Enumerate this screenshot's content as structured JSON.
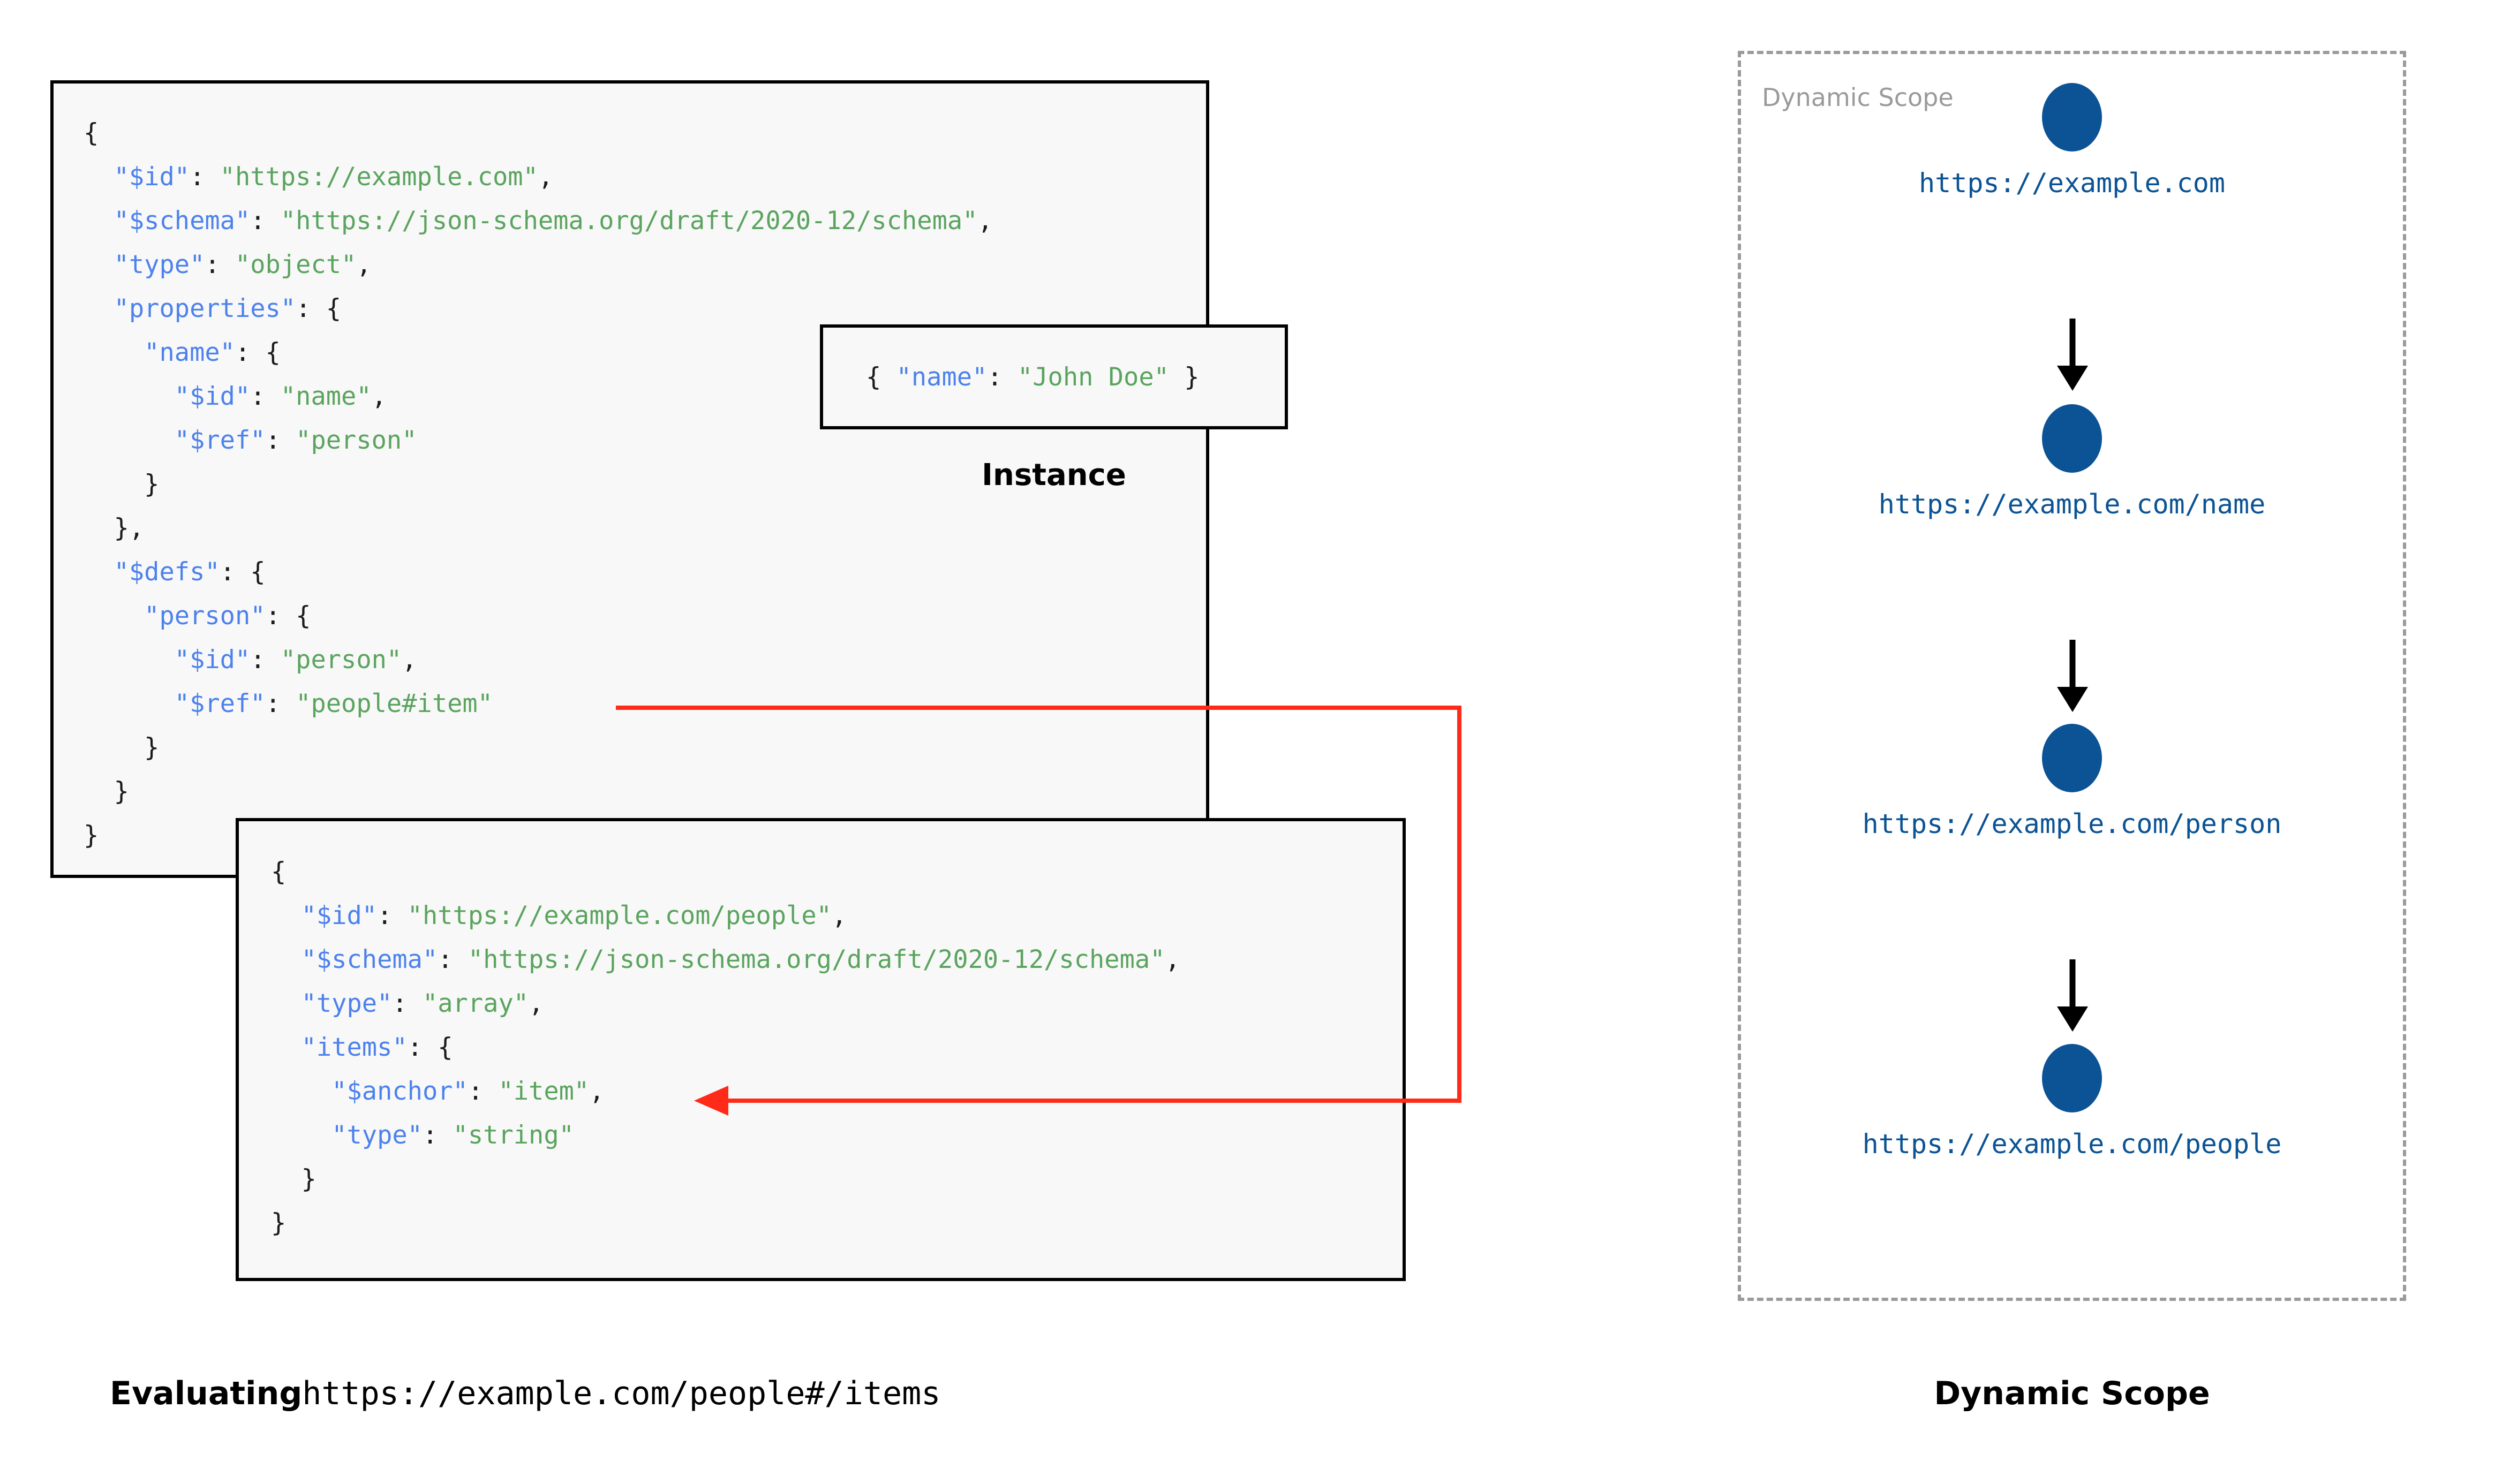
{
  "schema_main": {
    "lines": [
      [
        {
          "t": "{",
          "c": "p"
        }
      ],
      [
        {
          "t": "  ",
          "c": "p"
        },
        {
          "t": "\"$id\"",
          "c": "k"
        },
        {
          "t": ": ",
          "c": "p"
        },
        {
          "t": "\"https://example.com\"",
          "c": "s"
        },
        {
          "t": ",",
          "c": "p"
        }
      ],
      [
        {
          "t": "  ",
          "c": "p"
        },
        {
          "t": "\"$schema\"",
          "c": "k"
        },
        {
          "t": ": ",
          "c": "p"
        },
        {
          "t": "\"https://json-schema.org/draft/2020-12/schema\"",
          "c": "s"
        },
        {
          "t": ",",
          "c": "p"
        }
      ],
      [
        {
          "t": "  ",
          "c": "p"
        },
        {
          "t": "\"type\"",
          "c": "k"
        },
        {
          "t": ": ",
          "c": "p"
        },
        {
          "t": "\"object\"",
          "c": "s"
        },
        {
          "t": ",",
          "c": "p"
        }
      ],
      [
        {
          "t": "  ",
          "c": "p"
        },
        {
          "t": "\"properties\"",
          "c": "k"
        },
        {
          "t": ": {",
          "c": "p"
        }
      ],
      [
        {
          "t": "    ",
          "c": "p"
        },
        {
          "t": "\"name\"",
          "c": "k"
        },
        {
          "t": ": {",
          "c": "p"
        }
      ],
      [
        {
          "t": "      ",
          "c": "p"
        },
        {
          "t": "\"$id\"",
          "c": "k"
        },
        {
          "t": ": ",
          "c": "p"
        },
        {
          "t": "\"name\"",
          "c": "s"
        },
        {
          "t": ",",
          "c": "p"
        }
      ],
      [
        {
          "t": "      ",
          "c": "p"
        },
        {
          "t": "\"$ref\"",
          "c": "k"
        },
        {
          "t": ": ",
          "c": "p"
        },
        {
          "t": "\"person\"",
          "c": "s"
        }
      ],
      [
        {
          "t": "    }",
          "c": "p"
        }
      ],
      [
        {
          "t": "  },",
          "c": "p"
        }
      ],
      [
        {
          "t": "  ",
          "c": "p"
        },
        {
          "t": "\"$defs\"",
          "c": "k"
        },
        {
          "t": ": {",
          "c": "p"
        }
      ],
      [
        {
          "t": "    ",
          "c": "p"
        },
        {
          "t": "\"person\"",
          "c": "k"
        },
        {
          "t": ": {",
          "c": "p"
        }
      ],
      [
        {
          "t": "      ",
          "c": "p"
        },
        {
          "t": "\"$id\"",
          "c": "k"
        },
        {
          "t": ": ",
          "c": "p"
        },
        {
          "t": "\"person\"",
          "c": "s"
        },
        {
          "t": ",",
          "c": "p"
        }
      ],
      [
        {
          "t": "      ",
          "c": "p"
        },
        {
          "t": "\"$ref\"",
          "c": "k"
        },
        {
          "t": ": ",
          "c": "p"
        },
        {
          "t": "\"people#item\"",
          "c": "s"
        }
      ],
      [
        {
          "t": "    }",
          "c": "p"
        }
      ],
      [
        {
          "t": "  }",
          "c": "p"
        }
      ],
      [
        {
          "t": "}",
          "c": "p"
        }
      ]
    ]
  },
  "instance": {
    "caption": "Instance",
    "lines": [
      [
        {
          "t": "{ ",
          "c": "p"
        },
        {
          "t": "\"name\"",
          "c": "k"
        },
        {
          "t": ": ",
          "c": "p"
        },
        {
          "t": "\"John Doe\"",
          "c": "s"
        },
        {
          "t": " }",
          "c": "p"
        }
      ]
    ]
  },
  "schema_people": {
    "lines": [
      [
        {
          "t": "{",
          "c": "p"
        }
      ],
      [
        {
          "t": "  ",
          "c": "p"
        },
        {
          "t": "\"$id\"",
          "c": "k"
        },
        {
          "t": ": ",
          "c": "p"
        },
        {
          "t": "\"https://example.com/people\"",
          "c": "s"
        },
        {
          "t": ",",
          "c": "p"
        }
      ],
      [
        {
          "t": "  ",
          "c": "p"
        },
        {
          "t": "\"$schema\"",
          "c": "k"
        },
        {
          "t": ": ",
          "c": "p"
        },
        {
          "t": "\"https://json-schema.org/draft/2020-12/schema\"",
          "c": "s"
        },
        {
          "t": ",",
          "c": "p"
        }
      ],
      [
        {
          "t": "  ",
          "c": "p"
        },
        {
          "t": "\"type\"",
          "c": "k"
        },
        {
          "t": ": ",
          "c": "p"
        },
        {
          "t": "\"array\"",
          "c": "s"
        },
        {
          "t": ",",
          "c": "p"
        }
      ],
      [
        {
          "t": "  ",
          "c": "p"
        },
        {
          "t": "\"items\"",
          "c": "k"
        },
        {
          "t": ": {",
          "c": "p"
        }
      ],
      [
        {
          "t": "    ",
          "c": "p"
        },
        {
          "t": "\"$anchor\"",
          "c": "k"
        },
        {
          "t": ": ",
          "c": "p"
        },
        {
          "t": "\"item\"",
          "c": "s"
        },
        {
          "t": ",",
          "c": "p"
        }
      ],
      [
        {
          "t": "    ",
          "c": "p"
        },
        {
          "t": "\"type\"",
          "c": "k"
        },
        {
          "t": ": ",
          "c": "p"
        },
        {
          "t": "\"string\"",
          "c": "s"
        }
      ],
      [
        {
          "t": "  }",
          "c": "p"
        }
      ],
      [
        {
          "t": "}",
          "c": "p"
        }
      ]
    ]
  },
  "eval_caption": {
    "lead": "Evaluating",
    "uri": "https://example.com/people#/items"
  },
  "dynamic_scope": {
    "inline_label": "Dynamic Scope",
    "caption": "Dynamic Scope",
    "nodes": [
      {
        "label": "https://example.com"
      },
      {
        "label": "https://example.com/name"
      },
      {
        "label": "https://example.com/person"
      },
      {
        "label": "https://example.com/people"
      }
    ]
  },
  "colors": {
    "json_key": "#4d82ec",
    "json_string": "#5aa45e",
    "ref_arrow": "#ff2a17",
    "scope_node": "#0b5394",
    "scope_border": "#9a9a9a",
    "box_border": "#000000",
    "box_fill": "#f8f8f8"
  }
}
